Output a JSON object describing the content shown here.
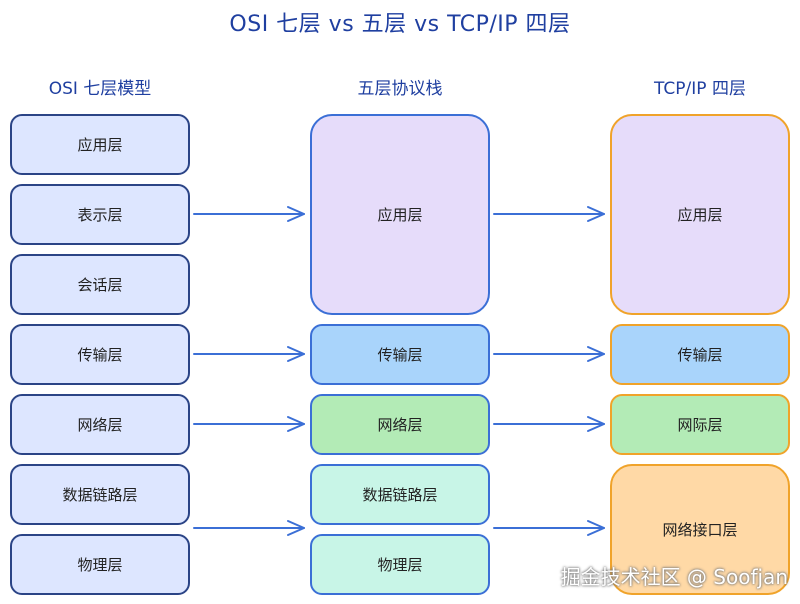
{
  "title": "OSI 七层 vs 五层 vs TCP/IP 四层",
  "columns": {
    "osi": "OSI 七层模型",
    "five": "五层协议栈",
    "tcpip": "TCP/IP 四层"
  },
  "osi_layers": [
    "应用层",
    "表示层",
    "会话层",
    "传输层",
    "网络层",
    "数据链路层",
    "物理层"
  ],
  "five_layers": [
    "应用层",
    "传输层",
    "网络层",
    "数据链路层",
    "物理层"
  ],
  "tcpip_layers": [
    "应用层",
    "传输层",
    "网际层",
    "网络接口层"
  ],
  "colors": {
    "title": "#1f3fa0",
    "osi_fill": "#dde6ff",
    "app_fill": "#e6dcfa",
    "transport_fill": "#a9d4fb",
    "network_fill": "#b3ebb6",
    "link_fill": "#c8f5e7",
    "interface_fill": "#ffd9a6",
    "five_border": "#3b6fd6",
    "tcpip_border": "#f0a32a",
    "arrow": "#3b6fd6"
  },
  "watermark": "掘金技术社区 @ Soofjan"
}
